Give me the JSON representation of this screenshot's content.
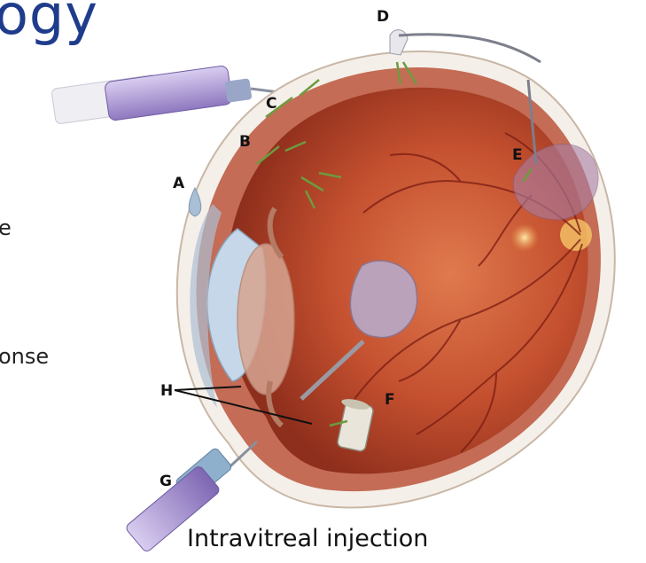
{
  "slide": {
    "title_fragment": "ogy",
    "text_fragment_1": "e",
    "text_fragment_2": "onse",
    "caption": "Intravitreal injection"
  },
  "diagram": {
    "labels": [
      "A",
      "B",
      "C",
      "D",
      "E",
      "F",
      "G",
      "H"
    ],
    "colors": {
      "title": "#1f3c8c",
      "eye_interior": "#b9432b",
      "sclera": "#f4efe9",
      "syringe": "#b7a6d8",
      "arrows": "#6d9b3e"
    }
  }
}
